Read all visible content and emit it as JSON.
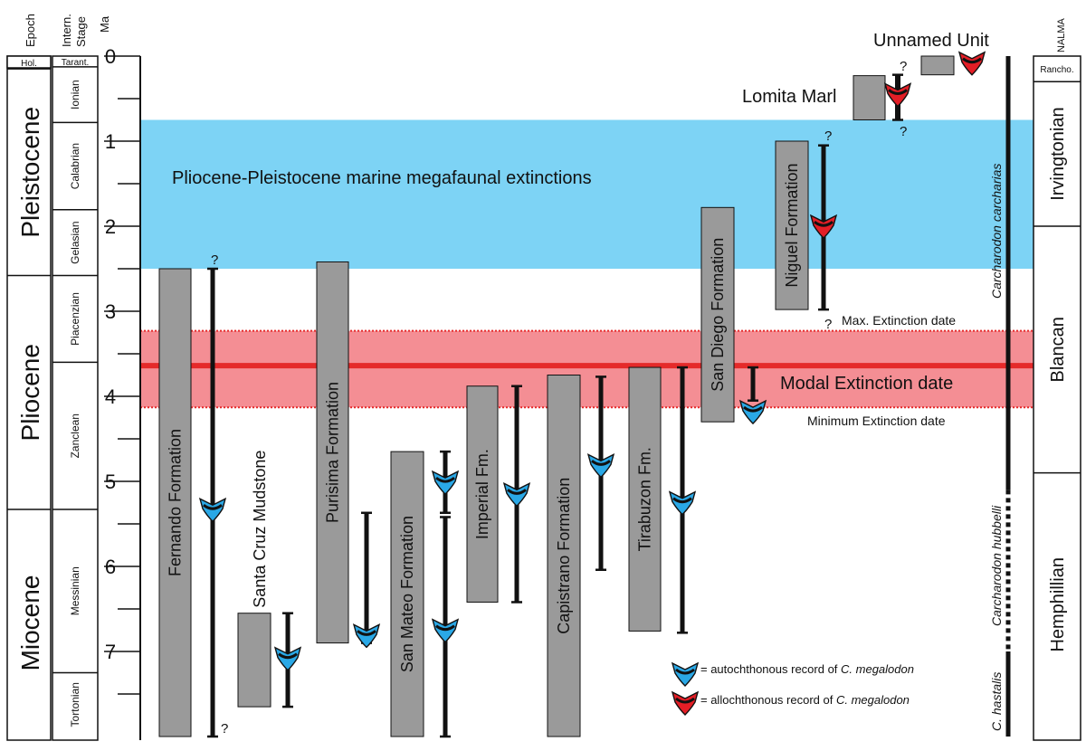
{
  "colors": {
    "extinction_band": "#7dd3f5",
    "modal_band": "#f48e94",
    "modal_line": "#e52a2a",
    "formation_box": "#9a9a9a",
    "autochthonous": "#2aa8e6",
    "allochthonous": "#e31e26",
    "record_bar": "#111111"
  },
  "headers": {
    "epoch": "Epoch",
    "stage_line1": "Intern.",
    "stage_line2": "Stage",
    "ma": "Ma",
    "nalma": "NALMA"
  },
  "epochs": [
    {
      "label": "Hol.",
      "from": 0,
      "to": 0.0117
    },
    {
      "label": "Pleistocene",
      "from": 0.0117,
      "to": 2.58
    },
    {
      "label": "Pliocene",
      "from": 2.58,
      "to": 5.33
    },
    {
      "label": "Miocene",
      "from": 5.33,
      "to": 8.0
    }
  ],
  "stages": [
    {
      "label": "Tarant.",
      "from": 0,
      "to": 0.126
    },
    {
      "label": "Ionian",
      "from": 0.126,
      "to": 0.781
    },
    {
      "label": "Calabrian",
      "from": 0.781,
      "to": 1.806
    },
    {
      "label": "Gelasian",
      "from": 1.806,
      "to": 2.58
    },
    {
      "label": "Piacenzian",
      "from": 2.58,
      "to": 3.6
    },
    {
      "label": "Zanclean",
      "from": 3.6,
      "to": 5.33
    },
    {
      "label": "Messinian",
      "from": 5.33,
      "to": 7.25
    },
    {
      "label": "Tortonian",
      "from": 7.25,
      "to": 8.0
    }
  ],
  "axis": {
    "min": 0,
    "max": 8,
    "ticks": [
      "0",
      "1",
      "2",
      "3",
      "4",
      "5",
      "6",
      "7"
    ]
  },
  "nalma": [
    {
      "label": "Rancho.",
      "from": 0,
      "to": 0.3
    },
    {
      "label": "Irvingtonian",
      "from": 0.3,
      "to": 2.0
    },
    {
      "label": "Blancan",
      "from": 2.0,
      "to": 4.9
    },
    {
      "label": "Hemphillian",
      "from": 4.9,
      "to": 8.0
    }
  ],
  "extinction_band": {
    "from": 0.75,
    "to": 2.5,
    "label": "Pliocene-Pleistocene marine megafaunal extinctions"
  },
  "extinction_dates": {
    "max": {
      "value": 3.23,
      "label": "Max. Extinction date"
    },
    "modal": {
      "value": 3.64,
      "label": "Modal Extinction date"
    },
    "min": {
      "value": 4.13,
      "label": "Minimum Extinction date"
    }
  },
  "formations": [
    {
      "name": "Fernando Formation",
      "from": 2.5,
      "to": 8.0
    },
    {
      "name": "Santa Cruz Mudstone",
      "from": 6.55,
      "to": 7.65
    },
    {
      "name": "Purisima Formation",
      "from": 2.42,
      "to": 6.9
    },
    {
      "name": "San Mateo Formation",
      "from": 4.65,
      "to": 8.0
    },
    {
      "name": "Imperial Fm.",
      "from": 3.88,
      "to": 6.42
    },
    {
      "name": "Capistrano Formation",
      "from": 3.75,
      "to": 8.0
    },
    {
      "name": "Tirabuzon Fm.",
      "from": 3.66,
      "to": 6.76
    },
    {
      "name": "San Diego Formation",
      "from": 1.78,
      "to": 4.3
    },
    {
      "name": "Niguel Formation",
      "from": 1.0,
      "to": 2.98
    },
    {
      "name": "Lomita Marl",
      "from": 0.23,
      "to": 0.75
    },
    {
      "name": "Unnamed Unit",
      "from": 0.0,
      "to": 0.22
    }
  ],
  "record_ranges": [
    {
      "from": 2.5,
      "to": 8.0
    },
    {
      "from": 6.55,
      "to": 7.65
    },
    {
      "from": 5.37,
      "to": 6.9
    },
    {
      "from": 4.65,
      "to": 5.37
    },
    {
      "from": 5.42,
      "to": 8.0
    },
    {
      "from": 3.88,
      "to": 6.42
    },
    {
      "from": 3.77,
      "to": 6.04
    },
    {
      "from": 3.66,
      "to": 6.78
    },
    {
      "from": 3.66,
      "to": 4.05
    },
    {
      "from": 1.05,
      "to": 2.98
    },
    {
      "from": 0.22,
      "to": 0.75
    }
  ],
  "question_marks": [
    "?",
    "?",
    "?",
    "?",
    "?",
    "?"
  ],
  "tooth_records": [
    {
      "type": "autochthonous",
      "age": 5.3
    },
    {
      "type": "autochthonous",
      "age": 7.05
    },
    {
      "type": "autochthonous",
      "age": 6.78
    },
    {
      "type": "autochthonous",
      "age": 4.98
    },
    {
      "type": "autochthonous",
      "age": 6.72
    },
    {
      "type": "autochthonous",
      "age": 5.12
    },
    {
      "type": "autochthonous",
      "age": 4.78
    },
    {
      "type": "autochthonous",
      "age": 5.22
    },
    {
      "type": "autochthonous",
      "age": 4.15
    },
    {
      "type": "allochthonous",
      "age": 1.97
    },
    {
      "type": "allochthonous",
      "age": 0.42
    },
    {
      "type": "allochthonous",
      "age": 0.05
    }
  ],
  "species_ranges": [
    {
      "name": "Carcharodon carcharias",
      "from": 0.0,
      "to": 5.1,
      "style": "solid"
    },
    {
      "name": "Carcharodon hubbelli",
      "from": 5.1,
      "to": 7.0,
      "style": "dashed"
    },
    {
      "name": "C. hastalis",
      "from": 7.0,
      "to": 8.0,
      "style": "solid"
    }
  ],
  "legend": {
    "autochthonous": {
      "prefix": "= autochthonous record of ",
      "taxon": "C. megalodon"
    },
    "allochthonous": {
      "prefix": "= allochthonous record of ",
      "taxon": "C. megalodon"
    }
  }
}
